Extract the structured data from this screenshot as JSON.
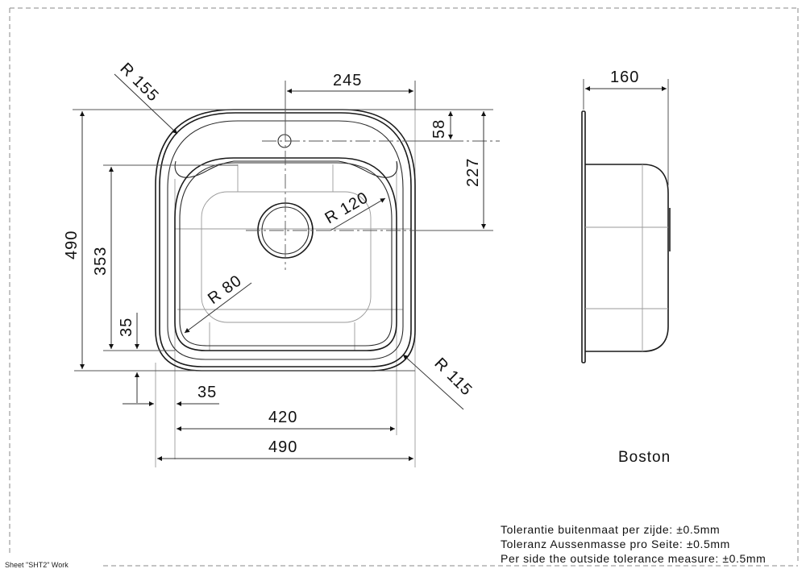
{
  "sheet": {
    "label": "Sheet \"SHT2\" Work"
  },
  "product": {
    "model_name": "Boston"
  },
  "tolerances": {
    "dutch": "Tolerantie buitenmaat per zijde:  ±0.5mm",
    "german": "Toleranz Aussenmasse pro Seite:  ±0.5mm",
    "english": "Per side the outside tolerance measure:  ±0.5mm"
  },
  "dimensions": {
    "top_view": {
      "drain_offset_from_right": "245",
      "tap_hole_offset_from_top": "58",
      "drain_center_from_top": "227",
      "overall_height": "490",
      "bowl_height": "353",
      "bowl_bottom_margin": "35",
      "bowl_left_margin": "35",
      "bowl_width": "420",
      "overall_width": "490",
      "corner_radius_outer_top": "R  155",
      "corner_radius_bowl_top": "R  120",
      "corner_radius_bowl_bottom": "R  80",
      "corner_radius_outer_bottom": "R  115"
    },
    "side_view": {
      "depth": "160"
    }
  },
  "colors": {
    "line": "#1a1a1a",
    "construction": "#9a9a9a",
    "frame": "#8a8a8a",
    "background": "#ffffff"
  }
}
